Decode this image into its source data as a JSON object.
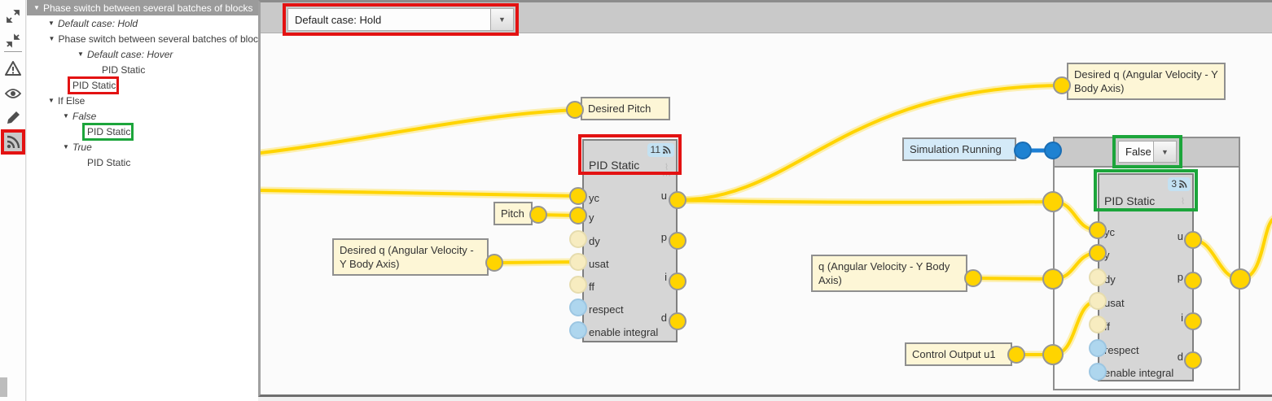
{
  "sidebar": {
    "icons": [
      {
        "name": "expand-icon"
      },
      {
        "name": "collapse-icon"
      },
      {
        "name": "warning-icon"
      },
      {
        "name": "eye-icon"
      },
      {
        "name": "pencil-icon"
      },
      {
        "name": "signal-icon",
        "pressed": true,
        "highlight": "red"
      }
    ]
  },
  "tree": {
    "items": [
      {
        "label": "Phase switch between several batches of blocks",
        "depth": 0,
        "arrow": true,
        "italic": false,
        "selected": true,
        "highlight": null
      },
      {
        "label": "Default case: Hold",
        "depth": 1,
        "arrow": true,
        "italic": true,
        "selected": false,
        "highlight": null
      },
      {
        "label": "Phase switch between several batches of bloc",
        "depth": 2,
        "arrow": true,
        "italic": false,
        "selected": false,
        "highlight": null
      },
      {
        "label": "Default case: Hover",
        "depth": 3,
        "arrow": true,
        "italic": true,
        "selected": false,
        "highlight": null
      },
      {
        "label": "PID Static",
        "depth": 4,
        "arrow": false,
        "italic": false,
        "selected": false,
        "highlight": null
      },
      {
        "label": "PID Static",
        "depth": 2,
        "arrow": false,
        "italic": false,
        "selected": false,
        "highlight": "red"
      },
      {
        "label": "If Else",
        "depth": 1,
        "arrow": true,
        "italic": false,
        "selected": false,
        "highlight": null
      },
      {
        "label": "False",
        "depth": 2,
        "arrow": true,
        "italic": true,
        "selected": false,
        "highlight": null
      },
      {
        "label": "PID Static",
        "depth": 3,
        "arrow": false,
        "italic": false,
        "selected": false,
        "highlight": "green"
      },
      {
        "label": "True",
        "depth": 2,
        "arrow": true,
        "italic": true,
        "selected": false,
        "highlight": null
      },
      {
        "label": "PID Static",
        "depth": 3,
        "arrow": false,
        "italic": false,
        "selected": false,
        "highlight": null
      }
    ]
  },
  "canvas": {
    "case_dropdown": {
      "value": "Default case: Hold",
      "highlight": "red"
    },
    "ifelse_dropdown": {
      "value": "False",
      "highlight": "green"
    },
    "labels": {
      "desired_pitch": "Desired Pitch",
      "pitch": "Pitch",
      "desired_q_left": "Desired q (Angular Velocity - Y Body Axis)",
      "desired_q_right": "Desired q (Angular Velocity - Y Body Axis)",
      "simulation_running": "Simulation Running",
      "q_angular": "q (Angular Velocity - Y Body Axis)",
      "control_output": "Control Output u1"
    },
    "blocks": {
      "pid1": {
        "title": "PID Static",
        "badge": "11",
        "highlight": "red",
        "inputs": [
          "yc",
          "y",
          "dy",
          "usat",
          "ff",
          "respect",
          "enable integral"
        ],
        "outputs": [
          "u",
          "p",
          "i",
          "d"
        ]
      },
      "pid2": {
        "title": "PID Static",
        "badge": "3",
        "highlight": "green",
        "inputs": [
          "yc",
          "y",
          "dy",
          "usat",
          "ff",
          "respect",
          "enable integral"
        ],
        "outputs": [
          "u",
          "p",
          "i",
          "d"
        ]
      }
    }
  },
  "colors": {
    "wire_yellow": "#ffd400",
    "wire_blue": "#1d7fd4",
    "port_pale": "#f7ecc0",
    "port_lightblue": "#aed6ee",
    "label_cream": "#fdf6d6",
    "label_blue": "#d4eaf8",
    "badge_blue": "#c3e1f2",
    "highlight_red": "#e31212",
    "highlight_green": "#1ca53b",
    "selected_row": "#9b9b9b"
  }
}
